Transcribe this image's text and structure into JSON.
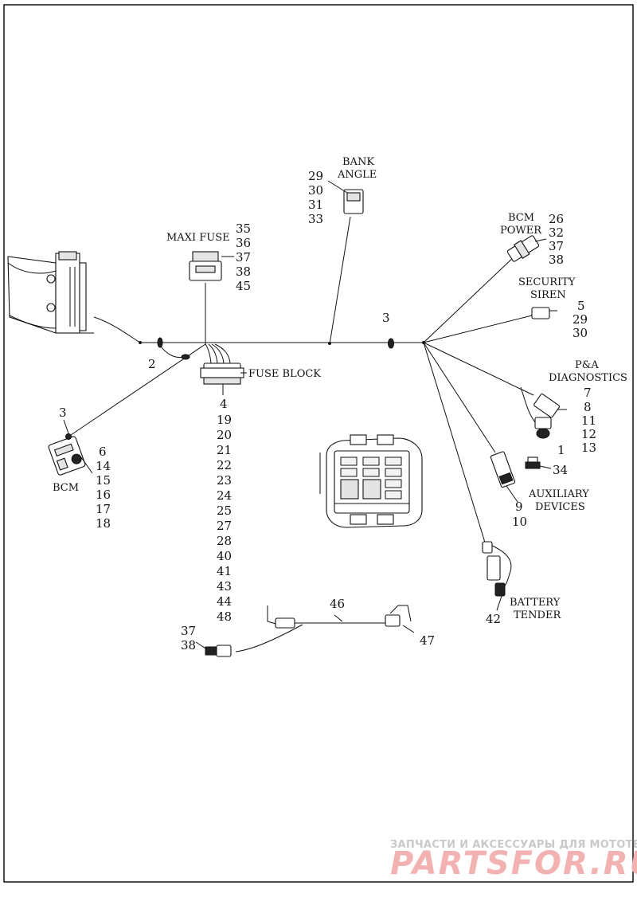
{
  "labels": {
    "bank_angle": [
      "BANK",
      "ANGLE"
    ],
    "maxi_fuse": "MAXI FUSE",
    "bcm_power": [
      "BCM",
      "POWER"
    ],
    "security_siren": [
      "SECURITY",
      "SIREN"
    ],
    "pa_diagnostics": [
      "P&A",
      "DIAGNOSTICS"
    ],
    "fuse_block": "FUSE BLOCK",
    "bcm": "BCM",
    "auxiliary_devices": [
      "AUXILIARY",
      "DEVICES"
    ],
    "battery_tender": [
      "BATTERY",
      "TENDER"
    ]
  },
  "callouts": {
    "bank_angle": [
      "29",
      "30",
      "31",
      "33"
    ],
    "maxi_fuse": [
      "35",
      "36",
      "37",
      "38",
      "45"
    ],
    "bcm_power": [
      "26",
      "32",
      "37",
      "38"
    ],
    "security_siren": [
      "5",
      "29",
      "30"
    ],
    "pa_diagnostics": [
      "7",
      "8",
      "11",
      "12",
      "13"
    ],
    "pa_connector": "1",
    "cap": "34",
    "auxiliary_devices": [
      "9",
      "10"
    ],
    "battery_tender": "42",
    "clip_right": "3",
    "clip_left": "2",
    "bcm_top": "3",
    "bcm": [
      "6",
      "14",
      "15",
      "16",
      "17",
      "18"
    ],
    "fuse_block": [
      "4",
      "19",
      "20",
      "21",
      "22",
      "23",
      "24",
      "25",
      "27",
      "28",
      "40",
      "41",
      "43",
      "44",
      "48"
    ],
    "extension_left": [
      "37",
      "38"
    ],
    "extension_cable": "46",
    "extension_right": "47"
  },
  "watermark": {
    "line1": "ЗАПЧАСТИ И АКСЕССУАРЫ ДЛЯ МОТОТЕХНИКИ",
    "line2": "PARTSFOR.RU"
  }
}
